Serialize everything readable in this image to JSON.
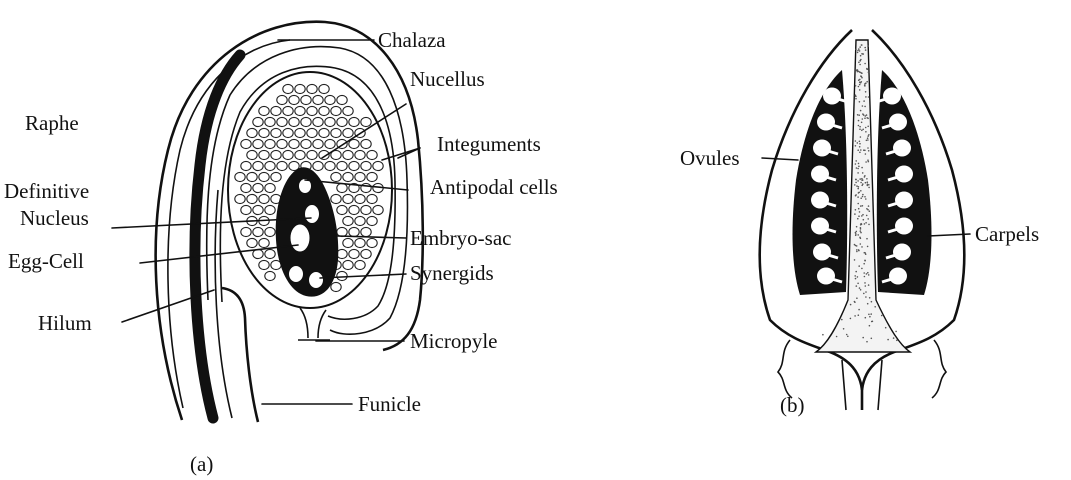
{
  "figure_a": {
    "caption": "(a)",
    "labels": {
      "chalaza": "Chalaza",
      "nucellus": "Nucellus",
      "raphe": "Raphe",
      "integuments": "Integuments",
      "antipodal": "Antipodal cells",
      "definitive_1": "Definitive",
      "definitive_2": "Nucleus",
      "embryo_sac": "Embryo-sac",
      "egg_cell": "Egg-Cell",
      "synergids": "Synergids",
      "hilum": "Hilum",
      "micropyle": "Micropyle",
      "funicle": "Funicle"
    }
  },
  "figure_b": {
    "caption": "(b)",
    "labels": {
      "ovules": "Ovules",
      "carpels": "Carpels"
    }
  }
}
